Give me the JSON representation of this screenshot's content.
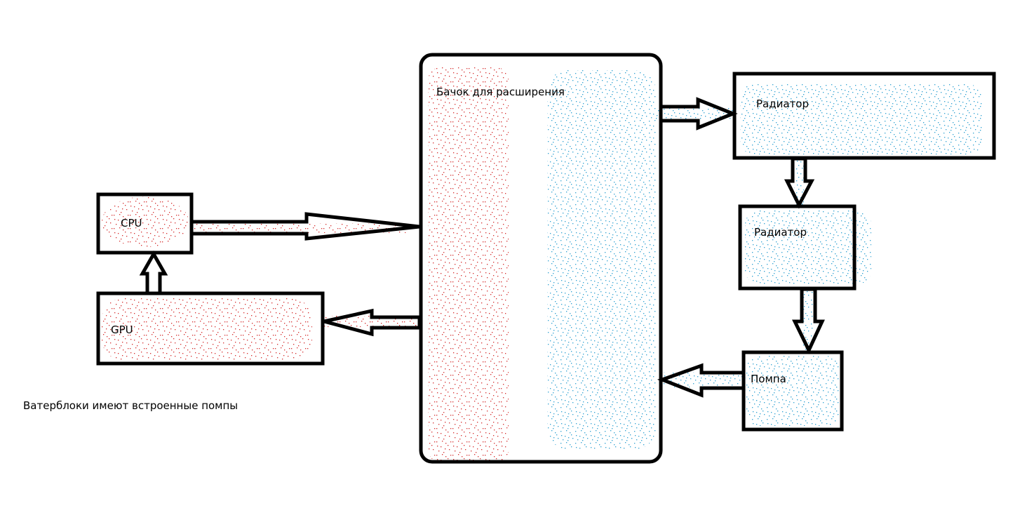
{
  "diagram": {
    "cpu": {
      "label": "CPU"
    },
    "gpu": {
      "label": "GPU"
    },
    "tank": {
      "label": "Бачок для расширения"
    },
    "radiator_1": {
      "label": "Радиатор"
    },
    "radiator_2": {
      "label": "Радиатор"
    },
    "pump": {
      "label": "Помпа"
    },
    "note": "Ватерблоки имеют встроенные помпы",
    "colors": {
      "hot": "#d42a2a",
      "cold": "#2a9fd0",
      "stroke": "#000000"
    }
  }
}
